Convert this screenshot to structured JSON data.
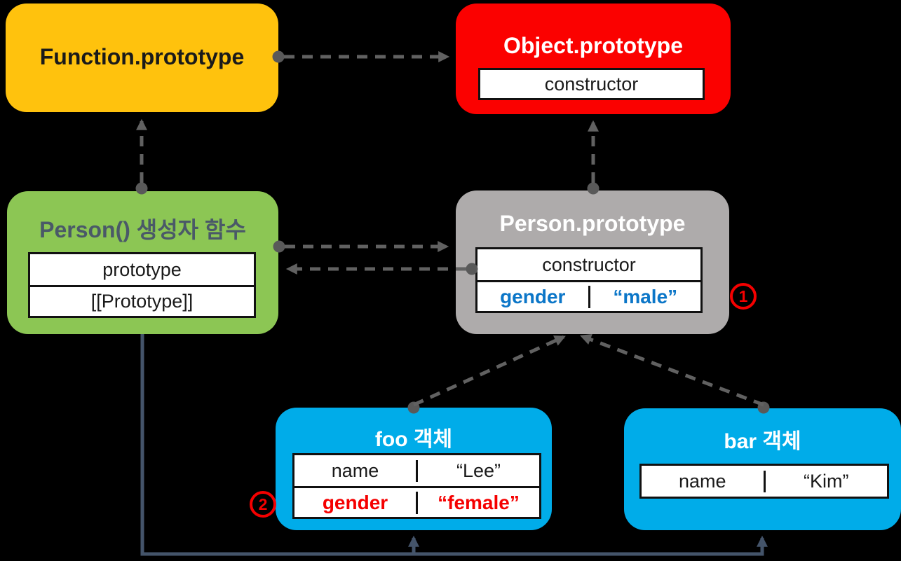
{
  "colors": {
    "background": "#000000",
    "function_prototype_box": "#FFC20D",
    "object_prototype_box": "#FB0100",
    "person_constructor_box": "#8CC654",
    "person_prototype_box": "#AEABAB",
    "instance_box": "#00ACE9",
    "dashed_arrow": "#616161",
    "solid_line": "#44546A",
    "green_title_text": "#4A5968",
    "property_blue_text": "#0B76C8",
    "property_red_text": "#F50000",
    "badge_red": "#F50000"
  },
  "boxes": {
    "function_prototype": {
      "title": "Function.prototype"
    },
    "object_prototype": {
      "title": "Object.prototype",
      "field": "constructor"
    },
    "person_constructor": {
      "title": "Person() 생성자 함수",
      "field1": "prototype",
      "field2": "[[Prototype]]"
    },
    "person_prototype": {
      "title": "Person.prototype",
      "field": "constructor",
      "prop_key": "gender",
      "prop_value": "“male”"
    },
    "foo_object": {
      "title": "foo 객체",
      "row1_key": "name",
      "row1_value": "“Lee”",
      "row2_key": "gender",
      "row2_value": "“female”"
    },
    "bar_object": {
      "title": "bar 객체",
      "row1_key": "name",
      "row1_value": "“Kim”"
    }
  },
  "badges": {
    "circle_one": "1",
    "circle_two": "2"
  }
}
